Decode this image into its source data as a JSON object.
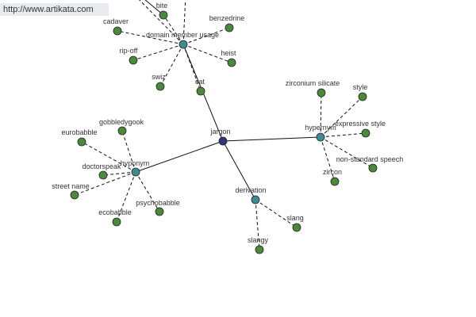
{
  "watermark": "http://www.artikata.com",
  "colors": {
    "leaf": "#4a8a3a",
    "hub": "#3d8c93",
    "center": "#34347a",
    "edge": "#111111"
  },
  "graph": {
    "center": "jargon",
    "hubs": [
      "domain member usage",
      "hypernym",
      "hyponym",
      "derivation"
    ],
    "leaves": {
      "domain member usage": [
        "bite",
        "cadaver",
        "benzedrine",
        "rip-off",
        "heist",
        "swiz",
        "cat"
      ],
      "hypernym": [
        "zirconium silicate",
        "style",
        "expressive style",
        "non-standard speech",
        "zircon"
      ],
      "hyponym": [
        "gobbledygook",
        "eurobabble",
        "doctorspeak",
        "street name",
        "ecobabble",
        "psychobabble"
      ],
      "derivation": [
        "slang",
        "slangy"
      ]
    }
  }
}
